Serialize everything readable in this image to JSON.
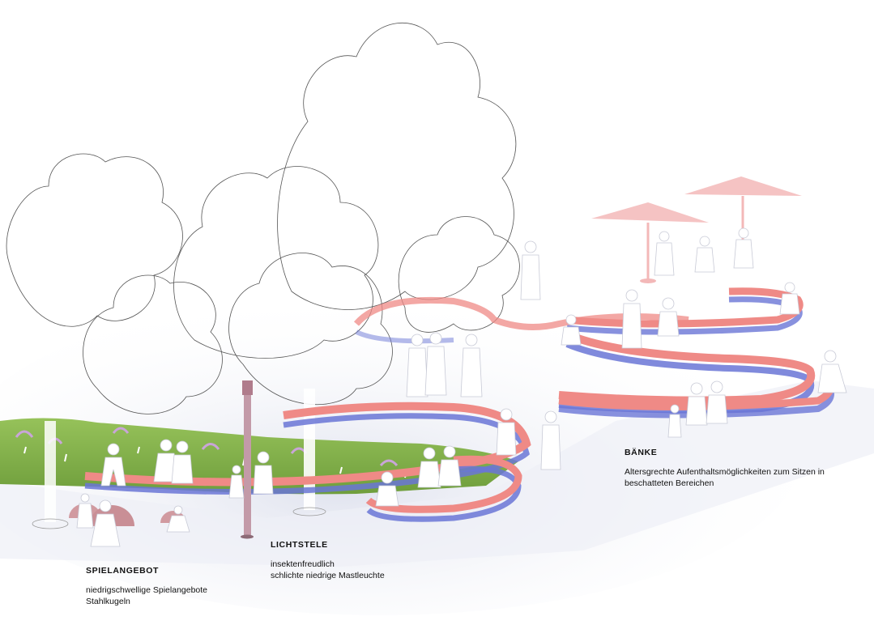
{
  "colors": {
    "bench_red": "#ef8a86",
    "bench_blue": "#6a76d6",
    "meadow_green": "#7fb04a",
    "umbrella_pink": "#f3b8b8",
    "ground_grey": "#e9ebf3",
    "tree_outline": "#444444"
  },
  "icons": [
    "deciduous-tree-outline",
    "person-silhouette",
    "bench-ring",
    "parasol",
    "play-sphere",
    "light-post"
  ],
  "captions": {
    "spielangebot": {
      "title": "SPIELANGEBOT",
      "lines": [
        "niedrigschwellige Spielangebote",
        "Stahlkugeln"
      ]
    },
    "lichtstele": {
      "title": "LICHTSTELE",
      "lines": [
        "insektenfreudlich",
        "schlichte niedrige Mastleuchte"
      ]
    },
    "baenke": {
      "title": "BÄNKE",
      "lines": [
        "Altersgrechte Aufenthaltsmöglichkeiten zum Sitzen in",
        "beschatteten Bereichen"
      ]
    }
  }
}
